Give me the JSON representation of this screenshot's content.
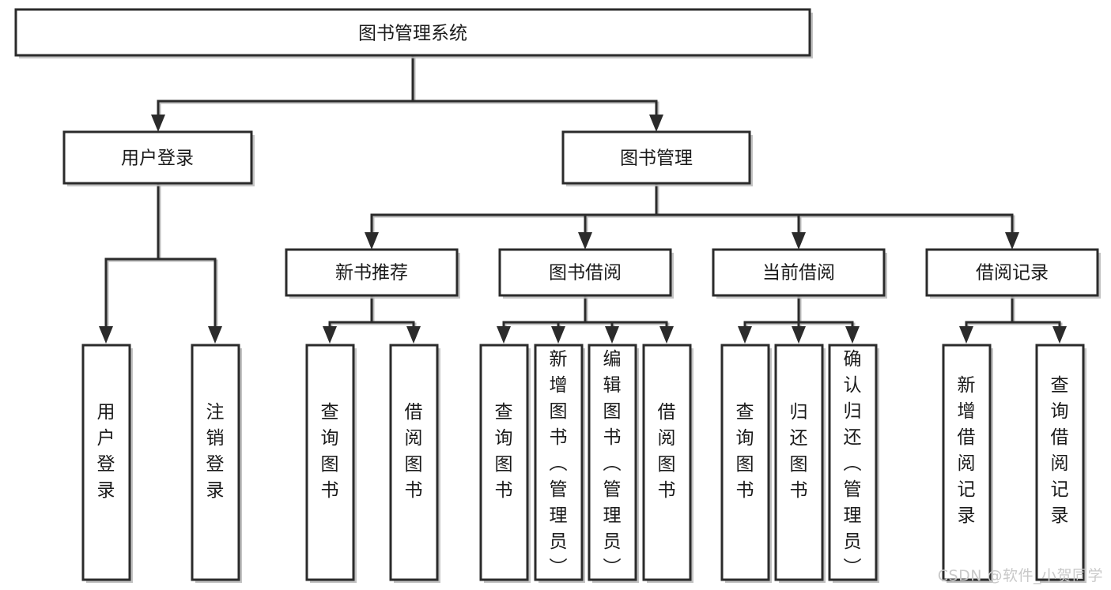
{
  "diagram": {
    "title": "图书管理系统",
    "watermark": "CSDN @软件_小贺同学",
    "orientation": "top-down tree",
    "colors": {
      "stroke": "#2b2b2b",
      "fill": "#ffffff",
      "shadow": "#b8b8b8",
      "text": "#1a1a1a",
      "watermark": "#c9c9c9"
    },
    "levels": {
      "root": {
        "label": "图书管理系统"
      },
      "level2": [
        {
          "id": "user-login",
          "label": "用户登录"
        },
        {
          "id": "book-manage",
          "label": "图书管理"
        }
      ],
      "level3": [
        {
          "id": "new-book-recommend",
          "label": "新书推荐",
          "parent": "book-manage"
        },
        {
          "id": "book-borrow",
          "label": "图书借阅",
          "parent": "book-manage"
        },
        {
          "id": "current-borrow",
          "label": "当前借阅",
          "parent": "book-manage"
        },
        {
          "id": "borrow-record",
          "label": "借阅记录",
          "parent": "book-manage"
        }
      ],
      "leaves": [
        {
          "id": "leaf-user-login",
          "label": "用户登录",
          "parent": "user-login"
        },
        {
          "id": "leaf-logout",
          "label": "注销登录",
          "parent": "user-login"
        },
        {
          "id": "leaf-query-book-1",
          "label": "查询图书",
          "parent": "new-book-recommend"
        },
        {
          "id": "leaf-borrow-book-1",
          "label": "借阅图书",
          "parent": "new-book-recommend"
        },
        {
          "id": "leaf-query-book-2",
          "label": "查询图书",
          "parent": "book-borrow"
        },
        {
          "id": "leaf-add-book",
          "label": "新增图书（管理员）",
          "parent": "book-borrow"
        },
        {
          "id": "leaf-edit-book",
          "label": "编辑图书（管理员）",
          "parent": "book-borrow"
        },
        {
          "id": "leaf-borrow-book-2",
          "label": "借阅图书",
          "parent": "book-borrow"
        },
        {
          "id": "leaf-query-book-3",
          "label": "查询图书",
          "parent": "current-borrow"
        },
        {
          "id": "leaf-return-book",
          "label": "归还图书",
          "parent": "current-borrow"
        },
        {
          "id": "leaf-confirm-return",
          "label": "确认归还（管理员）",
          "parent": "current-borrow"
        },
        {
          "id": "leaf-add-record",
          "label": "新增借阅记录",
          "parent": "borrow-record"
        },
        {
          "id": "leaf-query-record",
          "label": "查询借阅记录",
          "parent": "borrow-record"
        }
      ]
    }
  }
}
